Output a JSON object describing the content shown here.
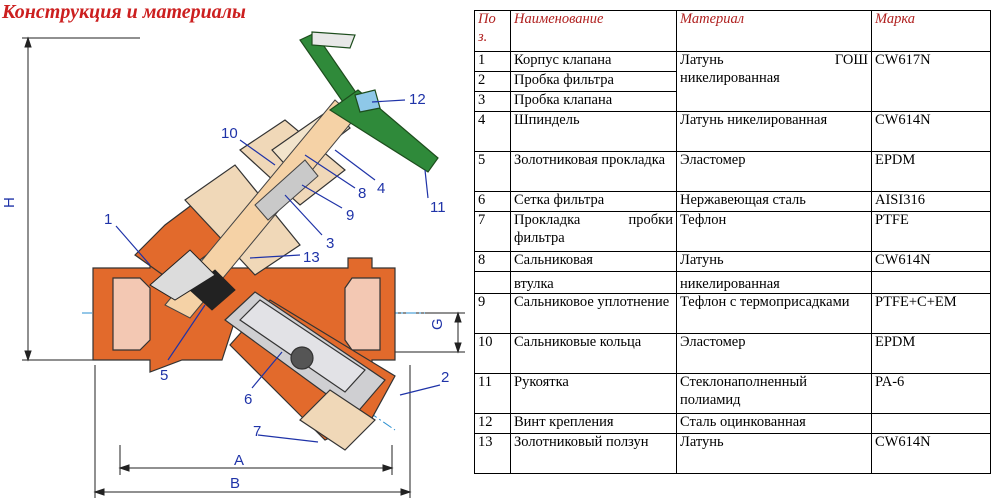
{
  "title": "Конструкция и материалы",
  "drawing": {
    "callouts": [
      "1",
      "2",
      "3",
      "4",
      "5",
      "6",
      "7",
      "8",
      "9",
      "10",
      "11",
      "12",
      "13"
    ],
    "dims": {
      "h": "H",
      "a": "A",
      "b": "B",
      "g": "G"
    }
  },
  "table": {
    "headers": {
      "pos": "По з.",
      "name": "Наименование",
      "material": "Материал",
      "mark": "Марка"
    },
    "rows": {
      "r1": {
        "pos": "1",
        "name": "Корпус клапана",
        "material_a": "Латунь",
        "material_b": "ГОШ",
        "material_c": "никелированная",
        "mark": "CW617N"
      },
      "r2": {
        "pos": "2",
        "name": "Пробка фильтра"
      },
      "r3": {
        "pos": "3",
        "name": "Пробка клапана"
      },
      "r4": {
        "pos": "4",
        "name": "Шпиндель",
        "material": "Латунь никелированная",
        "mark": "CW614N"
      },
      "r5": {
        "pos": "5",
        "name": "Золотниковая прокладка",
        "material": "Эластомер",
        "mark": "EPDM"
      },
      "r6": {
        "pos": "6",
        "name": "Сетка фильтра",
        "material": "Нержавеющая сталь",
        "mark": "AISI316"
      },
      "r7": {
        "pos": "7",
        "name_a": "Прокладка",
        "name_b": "пробки",
        "name_c": "фильтра",
        "material": "Тефлон",
        "mark": "PTFE"
      },
      "r8": {
        "pos": "8",
        "name": "Сальниковая",
        "material": "Латунь",
        "mark": "CW614N"
      },
      "r8b": {
        "name": "втулка",
        "material": "никелированная"
      },
      "r9": {
        "pos": "9",
        "name": "Сальниковое уплотнение",
        "material": "Тефлон с термоприсадками",
        "mark": "PTFE+C+EM"
      },
      "r10": {
        "pos": "10",
        "name": "Сальниковые кольца",
        "material": "Эластомер",
        "mark": "EPDM"
      },
      "r11": {
        "pos": "11",
        "name": "Рукоятка",
        "material": "Стеклонаполненный полиамид",
        "mark": "PA-6"
      },
      "r12": {
        "pos": "12",
        "name": "Винт крепления",
        "material": "Сталь оцинкованная",
        "mark": ""
      },
      "r13": {
        "pos": "13",
        "name": "Золотниковый ползун",
        "material": "Латунь",
        "mark": "CW614N"
      }
    }
  }
}
